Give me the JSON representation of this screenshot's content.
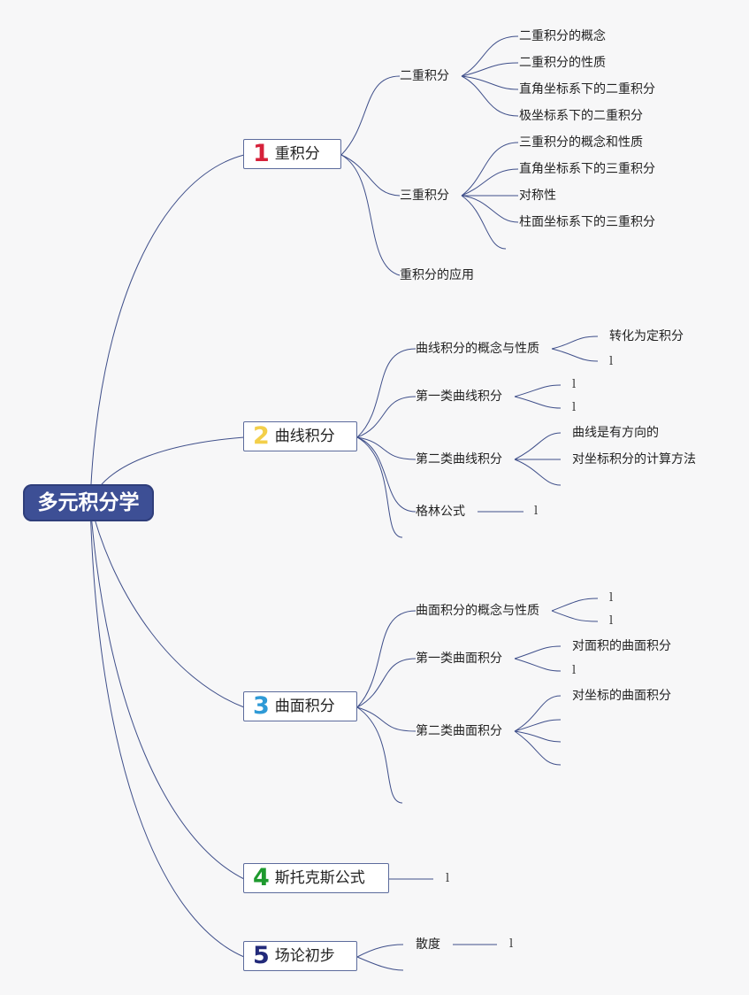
{
  "root": "多元积分学",
  "colors": {
    "line": "#3f4f8a",
    "root_bg": "#3d4f95",
    "n1": "#d6213a",
    "n2": "#f3cf4a",
    "n3": "#2f9ad6",
    "n4": "#1e9a2e",
    "n5": "#222a7a"
  },
  "branches": [
    {
      "num": "1",
      "label": "重积分",
      "children": [
        {
          "label": "二重积分",
          "children": [
            "二重积分的概念",
            "二重积分的性质",
            "直角坐标系下的二重积分",
            "极坐标系下的二重积分"
          ]
        },
        {
          "label": "三重积分",
          "children": [
            "三重积分的概念和性质",
            "直角坐标系下的三重积分",
            "对称性",
            "柱面坐标系下的三重积分"
          ]
        },
        {
          "label": "重积分的应用"
        }
      ]
    },
    {
      "num": "2",
      "label": "曲线积分",
      "children": [
        {
          "label": "曲线积分的概念与性质",
          "children": [
            "转化为定积分",
            "l"
          ]
        },
        {
          "label": "第一类曲线积分",
          "children": [
            "l",
            "l"
          ]
        },
        {
          "label": "第二类曲线积分",
          "children": [
            "曲线是有方向的",
            "对坐标积分的计算方法"
          ]
        },
        {
          "label": "格林公式",
          "children": [
            "l"
          ]
        }
      ]
    },
    {
      "num": "3",
      "label": "曲面积分",
      "children": [
        {
          "label": "曲面积分的概念与性质",
          "children": [
            "l",
            "l"
          ]
        },
        {
          "label": "第一类曲面积分",
          "children": [
            "对面积的曲面积分",
            "l"
          ]
        },
        {
          "label": "第二类曲面积分",
          "children": [
            "对坐标的曲面积分"
          ]
        }
      ]
    },
    {
      "num": "4",
      "label": "斯托克斯公式",
      "children": [
        "l"
      ]
    },
    {
      "num": "5",
      "label": "场论初步",
      "children": [
        {
          "label": "散度",
          "children": [
            "l"
          ]
        }
      ]
    }
  ]
}
